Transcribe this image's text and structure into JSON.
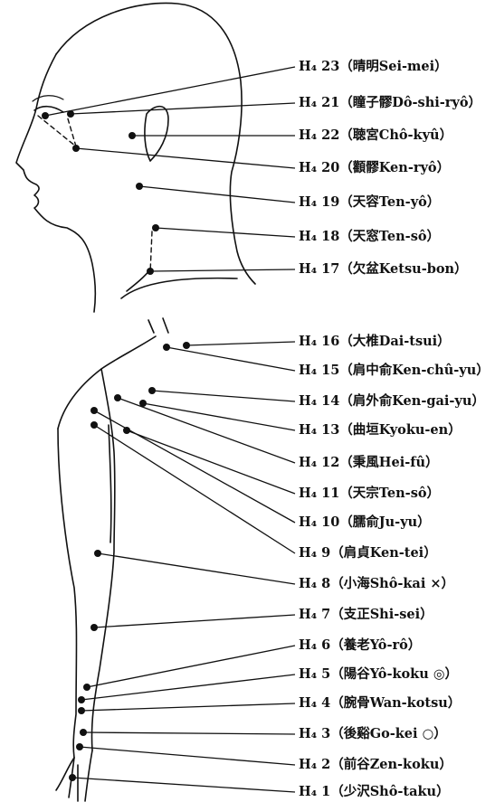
{
  "points": [
    {
      "code": "H₄ 23",
      "kanji": "晴明",
      "romaji": "Sei-mei",
      "mark": ""
    },
    {
      "code": "H₄ 21",
      "kanji": "瞳子髎",
      "romaji": "Dô-shi-ryô",
      "mark": ""
    },
    {
      "code": "H₄ 22",
      "kanji": "聴宮",
      "romaji": "Chô-kyû",
      "mark": ""
    },
    {
      "code": "H₄ 20",
      "kanji": "顴髎",
      "romaji": "Ken-ryô",
      "mark": ""
    },
    {
      "code": "H₄ 19",
      "kanji": "天容",
      "romaji": "Ten-yô",
      "mark": ""
    },
    {
      "code": "H₄ 18",
      "kanji": "天窓",
      "romaji": "Ten-sô",
      "mark": ""
    },
    {
      "code": "H₄ 17",
      "kanji": "欠盆",
      "romaji": "Ketsu-bon",
      "mark": ""
    },
    {
      "code": "H₄ 16",
      "kanji": "大椎",
      "romaji": "Dai-tsui",
      "mark": ""
    },
    {
      "code": "H₄ 15",
      "kanji": "肩中俞",
      "romaji": "Ken-chû-yu",
      "mark": ""
    },
    {
      "code": "H₄ 14",
      "kanji": "肩外俞",
      "romaji": "Ken-gai-yu",
      "mark": ""
    },
    {
      "code": "H₄ 13",
      "kanji": "曲垣",
      "romaji": "Kyoku-en",
      "mark": ""
    },
    {
      "code": "H₄ 12",
      "kanji": "秉風",
      "romaji": "Hei-fû",
      "mark": ""
    },
    {
      "code": "H₄ 11",
      "kanji": "天宗",
      "romaji": "Ten-sô",
      "mark": ""
    },
    {
      "code": "H₄ 10",
      "kanji": "臑俞",
      "romaji": "Ju-yu",
      "mark": ""
    },
    {
      "code": "H₄ 9",
      "kanji": "肩貞",
      "romaji": "Ken-tei",
      "mark": ""
    },
    {
      "code": "H₄ 8",
      "kanji": "小海",
      "romaji": "Shô-kai",
      "mark": "×"
    },
    {
      "code": "H₄ 7",
      "kanji": "支正",
      "romaji": "Shi-sei",
      "mark": ""
    },
    {
      "code": "H₄ 6",
      "kanji": "養老",
      "romaji": "Yô-rô",
      "mark": ""
    },
    {
      "code": "H₄ 5",
      "kanji": "陽谷",
      "romaji": "Yô-koku",
      "mark": "◎"
    },
    {
      "code": "H₄ 4",
      "kanji": "腕骨",
      "romaji": "Wan-kotsu",
      "mark": ""
    },
    {
      "code": "H₄ 3",
      "kanji": "後谿",
      "romaji": "Go-kei",
      "mark": "○"
    },
    {
      "code": "H₄ 2",
      "kanji": "前谷",
      "romaji": "Zen-koku",
      "mark": ""
    },
    {
      "code": "H₄ 1",
      "kanji": "少沢",
      "romaji": "Shô-taku",
      "mark": ""
    }
  ]
}
